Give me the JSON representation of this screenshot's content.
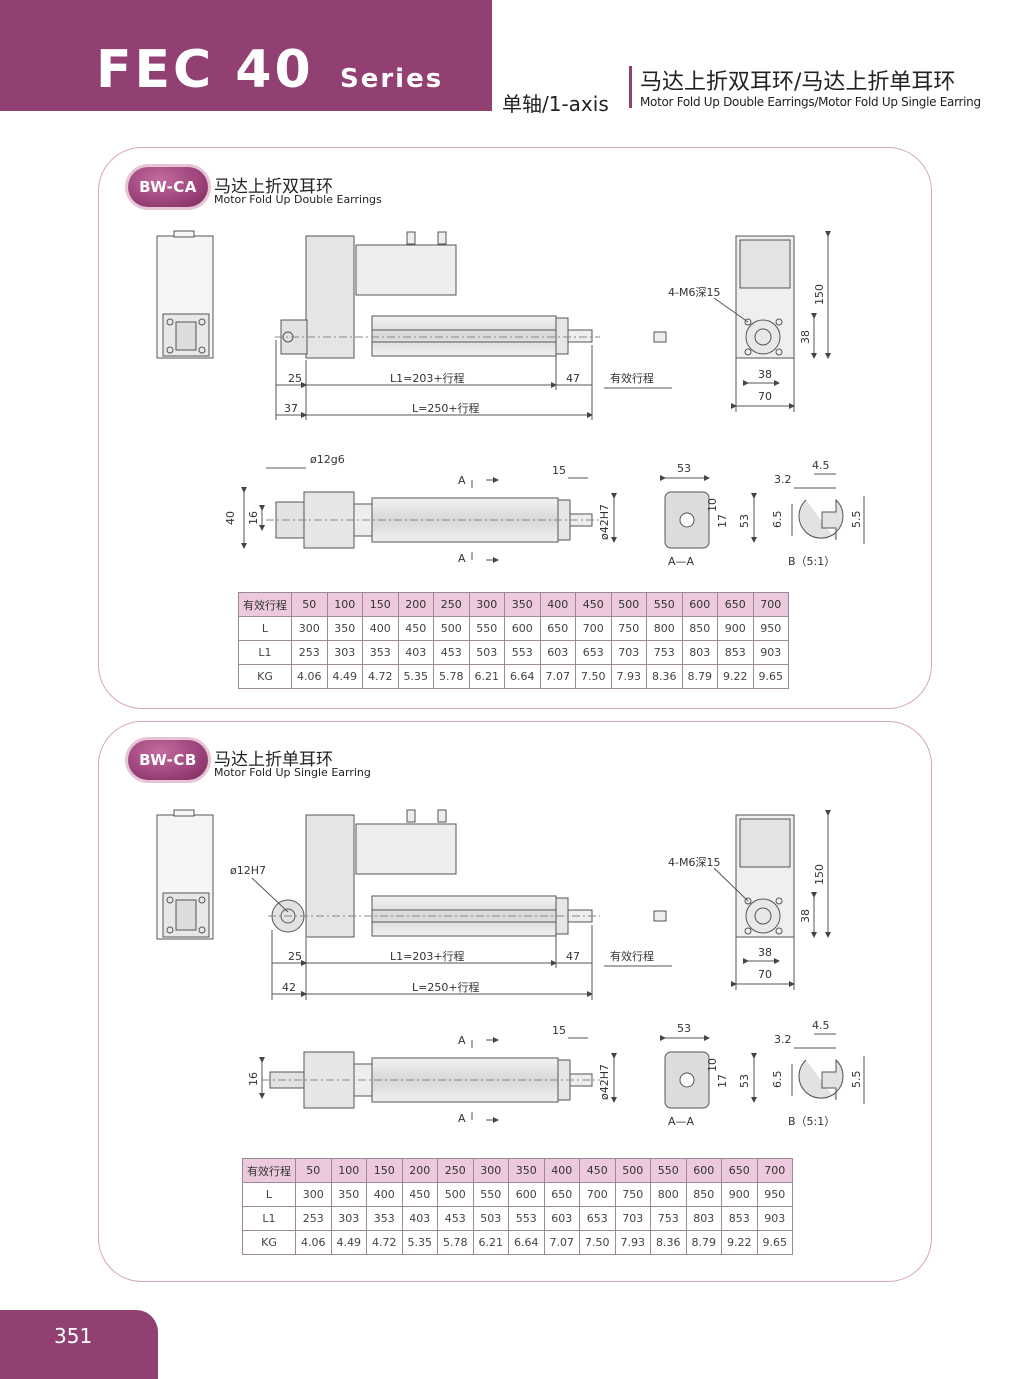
{
  "header": {
    "title": "FEC 40",
    "series": "Series",
    "axis": "单轴/1-axis",
    "title_cn": "马达上折双耳环/马达上折单耳环",
    "title_en": "Motor Fold Up Double Earrings/Motor Fold Up Single Earring"
  },
  "sections": [
    {
      "badge": "BW-CA",
      "title_cn": "马达上折双耳环",
      "title_en": "Motor Fold Up Double Earrings",
      "dims": {
        "d25": "25",
        "l1": "L1=203+行程",
        "d47": "47",
        "stroke": "有效行程",
        "d37": "37",
        "l": "L=250+行程",
        "hole": "ø12g6",
        "d40": "40",
        "d16": "16",
        "d15": "15",
        "d42": "ø42H7",
        "m6": "4-M6深15",
        "d150": "150",
        "d38v": "38",
        "d38h": "38",
        "d70": "70",
        "d53t": "53",
        "d53v": "53",
        "d17": "17",
        "d10": "10",
        "aa": "A—A",
        "a": "A",
        "d32": "3.2",
        "d45": "4.5",
        "d65": "6.5",
        "d55": "5.5",
        "b": "B（5:1）"
      },
      "table": {
        "header_label": "有效行程",
        "strokes": [
          "50",
          "100",
          "150",
          "200",
          "250",
          "300",
          "350",
          "400",
          "450",
          "500",
          "550",
          "600",
          "650",
          "700"
        ],
        "rows": [
          {
            "label": "L",
            "values": [
              "300",
              "350",
              "400",
              "450",
              "500",
              "550",
              "600",
              "650",
              "700",
              "750",
              "800",
              "850",
              "900",
              "950"
            ]
          },
          {
            "label": "L1",
            "values": [
              "253",
              "303",
              "353",
              "403",
              "453",
              "503",
              "553",
              "603",
              "653",
              "703",
              "753",
              "803",
              "853",
              "903"
            ]
          },
          {
            "label": "KG",
            "values": [
              "4.06",
              "4.49",
              "4.72",
              "5.35",
              "5.78",
              "6.21",
              "6.64",
              "7.07",
              "7.50",
              "7.93",
              "8.36",
              "8.79",
              "9.22",
              "9.65"
            ]
          }
        ]
      }
    },
    {
      "badge": "BW-CB",
      "title_cn": "马达上折单耳环",
      "title_en": "Motor Fold Up Single Earring",
      "dims": {
        "d25": "25",
        "l1": "L1=203+行程",
        "d47": "47",
        "stroke": "有效行程",
        "d37": "42",
        "l": "L=250+行程",
        "hole": "ø12H7",
        "d40": "",
        "d16": "16",
        "d15": "15",
        "d42": "ø42H7",
        "m6": "4-M6深15",
        "d150": "150",
        "d38v": "38",
        "d38h": "38",
        "d70": "70",
        "d53t": "53",
        "d53v": "53",
        "d17": "17",
        "d10": "10",
        "aa": "A—A",
        "a": "A",
        "d32": "3.2",
        "d45": "4.5",
        "d65": "6.5",
        "d55": "5.5",
        "b": "B（5:1）"
      },
      "table": {
        "header_label": "有效行程",
        "strokes": [
          "50",
          "100",
          "150",
          "200",
          "250",
          "300",
          "350",
          "400",
          "450",
          "500",
          "550",
          "600",
          "650",
          "700"
        ],
        "rows": [
          {
            "label": "L",
            "values": [
              "300",
              "350",
              "400",
              "450",
              "500",
              "550",
              "600",
              "650",
              "700",
              "750",
              "800",
              "850",
              "900",
              "950"
            ]
          },
          {
            "label": "L1",
            "values": [
              "253",
              "303",
              "353",
              "403",
              "453",
              "503",
              "553",
              "603",
              "653",
              "703",
              "753",
              "803",
              "853",
              "903"
            ]
          },
          {
            "label": "KG",
            "values": [
              "4.06",
              "4.49",
              "4.72",
              "5.35",
              "5.78",
              "6.21",
              "6.64",
              "7.07",
              "7.50",
              "7.93",
              "8.36",
              "8.79",
              "9.22",
              "9.65"
            ]
          }
        ]
      }
    }
  ],
  "page_number": "351"
}
